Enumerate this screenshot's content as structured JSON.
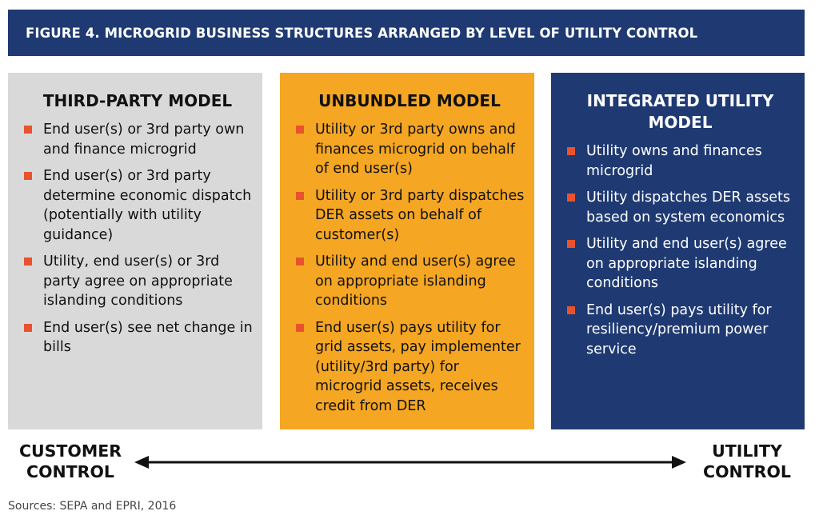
{
  "figure_title": "FIGURE 4. MICROGRID BUSINESS STRUCTURES ARRANGED BY LEVEL OF UTILITY CONTROL",
  "colors": {
    "title_bg": "#1f3a73",
    "panel_third_party": "#d9d9d9",
    "panel_unbundled": "#f5a623",
    "panel_integrated": "#1f3a73",
    "bullet": "#e8532f"
  },
  "models": [
    {
      "title": "THIRD-PARTY MODEL",
      "items": [
        "End user(s) or 3rd party own and finance microgrid",
        "End user(s) or 3rd party determine economic dispatch (potentially with utility guidance)",
        "Utility, end user(s) or 3rd party agree on appropriate islanding conditions",
        "End user(s) see net change in bills"
      ]
    },
    {
      "title": "UNBUNDLED MODEL",
      "items": [
        "Utility or 3rd party owns and finances microgrid on behalf of end user(s)",
        "Utility or 3rd party dispatches DER assets on behalf of customer(s)",
        "Utility and end user(s) agree on appropriate islanding conditions",
        "End user(s) pays utility for grid assets, pay implementer (utility/3rd party) for microgrid assets, receives credit from DER"
      ]
    },
    {
      "title": "INTEGRATED UTILITY MODEL",
      "items": [
        "Utility owns and finances microgrid",
        "Utility dispatches DER assets based on system economics",
        "Utility and end user(s) agree on appropriate islanding conditions",
        "End user(s) pays utility for resiliency/premium power service"
      ]
    }
  ],
  "axis": {
    "left_line1": "CUSTOMER",
    "left_line2": "CONTROL",
    "right_line1": "UTILITY",
    "right_line2": "CONTROL"
  },
  "source": "Sources: SEPA and EPRI, 2016"
}
